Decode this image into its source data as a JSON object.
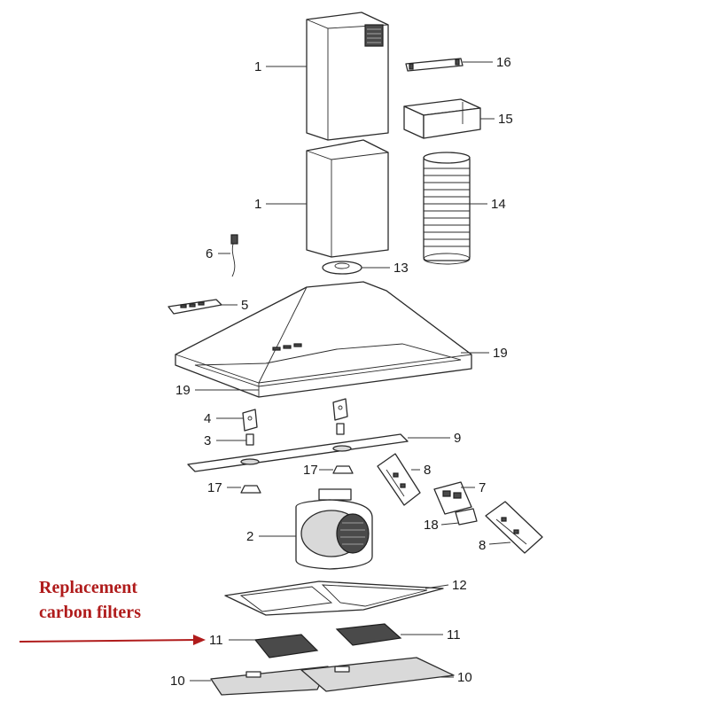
{
  "annotation": {
    "line1": "Replacement",
    "line2": "carbon filters",
    "color": "#b01c1c"
  },
  "callouts": {
    "chimney_upper": "1",
    "chimney_lower": "1",
    "bracket_16": "16",
    "bracket_15": "15",
    "duct_hose": "14",
    "cable": "6",
    "ring_13": "13",
    "control_panel": "5",
    "hood_rear": "19",
    "hood_front": "19",
    "clip": "4",
    "lamp_holder": "3",
    "frame": "9",
    "bulb_left": "17",
    "bulb_mid": "17",
    "board_upper": "8",
    "relay_box": "7",
    "capacitor_box": "18",
    "board_lower": "8",
    "motor": "2",
    "filter_tray": "12",
    "carbon_left": "11",
    "carbon_right": "11",
    "grease_left": "10",
    "grease_right": "10"
  }
}
